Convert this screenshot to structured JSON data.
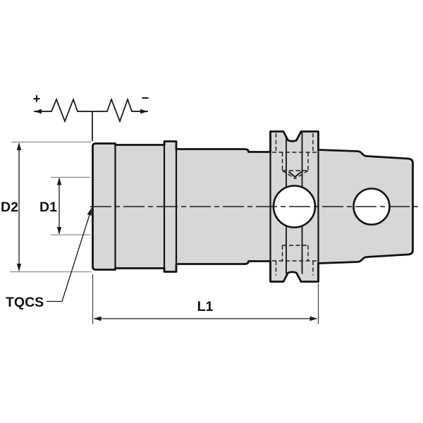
{
  "drawing": {
    "type": "engineering-drawing",
    "subject": "TQCS toolholder blank, side view with dimensions",
    "labels": {
      "diameter_outer": "D2",
      "diameter_inner": "D1",
      "length": "L1",
      "leader": "TQCS",
      "adjust_plus": "+",
      "adjust_minus": "−"
    },
    "colors": {
      "background": "#ffffff",
      "body_fill": "#d7d7d7",
      "outline": "#111111",
      "dimension": "#1a1a1a",
      "extension": "#8c8c8c"
    }
  }
}
